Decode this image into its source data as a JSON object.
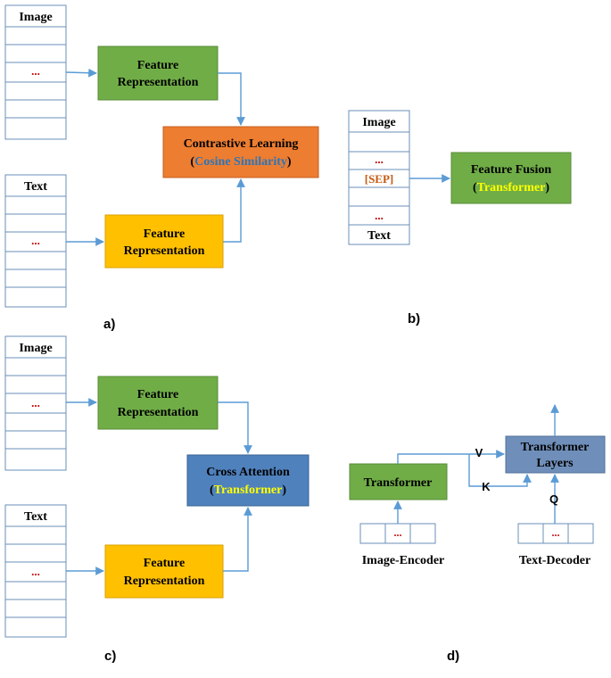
{
  "colors": {
    "green": "#70ad47",
    "green_edge": "#5a8c3a",
    "orange": "#ed7d31",
    "orange_edge": "#c55f1e",
    "gold": "#ffc000",
    "gold_edge": "#d9a200",
    "blue": "#4f81bd",
    "blue_edge": "#3a6494",
    "slate": "#6f8fba",
    "slate_edge": "#50709a",
    "arrow": "#5b9bd5",
    "dots_red": "#c00000",
    "highlight_blue": "#2e75b6",
    "highlight_yellow": "#ffff00",
    "sep_brown": "#c55a11"
  },
  "panel_a": {
    "image_header": "Image",
    "image_dots": "...",
    "text_header": "Text",
    "text_dots": "...",
    "image_feature_line1": "Feature",
    "image_feature_line2": "Representation",
    "text_feature_line1": "Feature",
    "text_feature_line2": "Representation",
    "contrastive_line1": "Contrastive Learning",
    "contrastive_open": "(",
    "contrastive_sub": "Cosine Similarity",
    "contrastive_close": ")",
    "label": "a)"
  },
  "panel_b": {
    "image_header": "Image",
    "dots_top": "...",
    "sep": "[SEP]",
    "dots_bottom": "...",
    "text_footer": "Text",
    "fusion_line1": "Feature Fusion",
    "fusion_open": "(",
    "fusion_sub": "Transformer",
    "fusion_close": ")",
    "label": "b)"
  },
  "panel_c": {
    "image_header": "Image",
    "image_dots": "...",
    "text_header": "Text",
    "text_dots": "...",
    "image_feature_line1": "Feature",
    "image_feature_line2": "Representation",
    "text_feature_line1": "Feature",
    "text_feature_line2": "Representation",
    "cross_line1": "Cross Attention",
    "cross_open": "(",
    "cross_sub": "Transformer",
    "cross_close": ")",
    "label": "c)"
  },
  "panel_d": {
    "transformer": "Transformer",
    "layers_line1": "Transformer",
    "layers_line2": "Layers",
    "v_label": "V",
    "k_label": "K",
    "q_label": "Q",
    "encoder_dots": "...",
    "decoder_dots": "...",
    "image_encoder": "Image-Encoder",
    "text_decoder": "Text-Decoder",
    "label": "d)"
  }
}
